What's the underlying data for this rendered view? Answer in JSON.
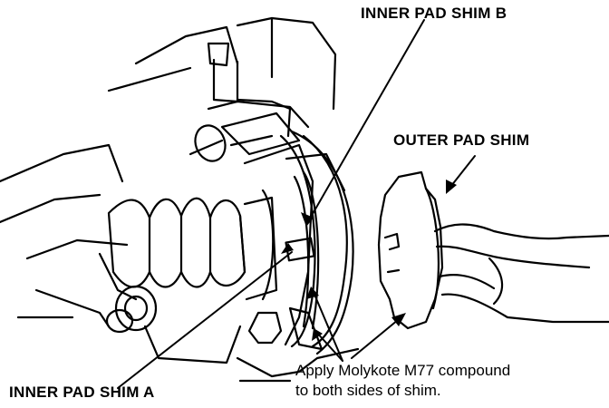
{
  "labels": {
    "inner_pad_shim_b": "INNER PAD SHIM B",
    "outer_pad_shim": "OUTER PAD SHIM",
    "inner_pad_shim_a": "INNER PAD SHIM A"
  },
  "note": {
    "line1": "Apply Molykote M77 compound",
    "line2": "to both sides of shim."
  },
  "colors": {
    "ink": "#000000",
    "paper": "#ffffff"
  }
}
